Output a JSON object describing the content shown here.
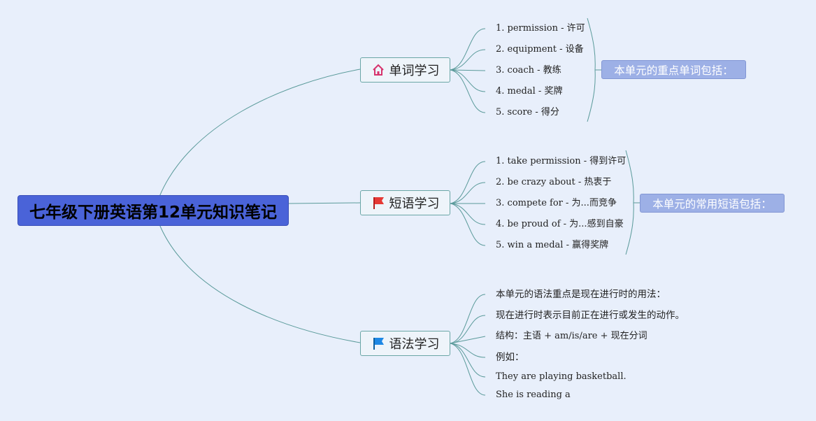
{
  "root": {
    "title": "七年级下册英语第12单元知识笔记"
  },
  "branches": [
    {
      "label": "单词学习",
      "icon": "home-icon",
      "items": [
        "1. permission - 许可",
        "2. equipment - 设备",
        "3. coach - 教练",
        "4. medal - 奖牌",
        "5. score - 得分"
      ],
      "summary": "本单元的重点单词包括："
    },
    {
      "label": "短语学习",
      "icon": "red-flag-icon",
      "items": [
        "1. take permission - 得到许可",
        "2. be crazy about - 热衷于",
        "3. compete for - 为...而竞争",
        "4. be proud of - 为...感到自豪",
        "5. win a medal - 赢得奖牌"
      ],
      "summary": "本单元的常用短语包括："
    },
    {
      "label": "语法学习",
      "icon": "blue-flag-icon",
      "items": [
        "本单元的语法重点是现在进行时的用法：",
        "现在进行时表示目前正在进行或发生的动作。",
        "结构：主语 + am/is/are + 现在分词",
        "例如：",
        "They are playing basketball.",
        "She is reading a"
      ]
    }
  ],
  "colors": {
    "background": "#e8effb",
    "root": "#4a63d8",
    "summary": "#9db0e6",
    "connector": "#5a9a9a"
  }
}
